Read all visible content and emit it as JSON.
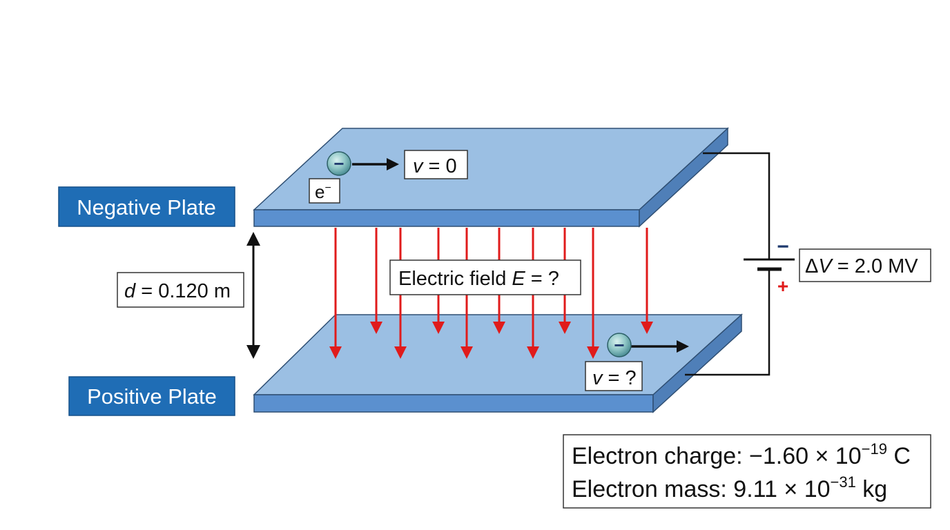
{
  "labels": {
    "negative_plate": "Negative Plate",
    "positive_plate": "Positive Plate",
    "distance_var": "d",
    "distance_value": " = 0.120 m",
    "electron_symbol": "e",
    "electron_superscript": "−",
    "initial_velocity_var": "v",
    "initial_velocity_value": " = 0",
    "final_velocity_var": "v",
    "final_velocity_value": " = ?",
    "field_prefix": "Electric field ",
    "field_var": "E",
    "field_suffix": " = ?",
    "voltage_delta": "Δ",
    "voltage_var": "V",
    "voltage_value": " = 2.0 MV",
    "battery_minus": "−",
    "battery_plus": "+",
    "electron_sign": "−"
  },
  "info": {
    "charge_prefix": "Electron charge: −1.60 × 10",
    "charge_exponent": "−19",
    "charge_unit": " C",
    "mass_prefix": "Electron mass: 9.11 × 10",
    "mass_exponent": "−31",
    "mass_unit": " kg"
  },
  "colors": {
    "plate_top": "#9bbfe3",
    "plate_front": "#5b90cf",
    "plate_side": "#4f7fb8",
    "label_bg": "#1f6db5",
    "field_arrow": "#e01b1b",
    "minus_sign": "#1f3a6e",
    "plus_sign": "#e01b1b"
  },
  "icons": {
    "electron": "electron-icon",
    "battery": "battery-icon"
  }
}
